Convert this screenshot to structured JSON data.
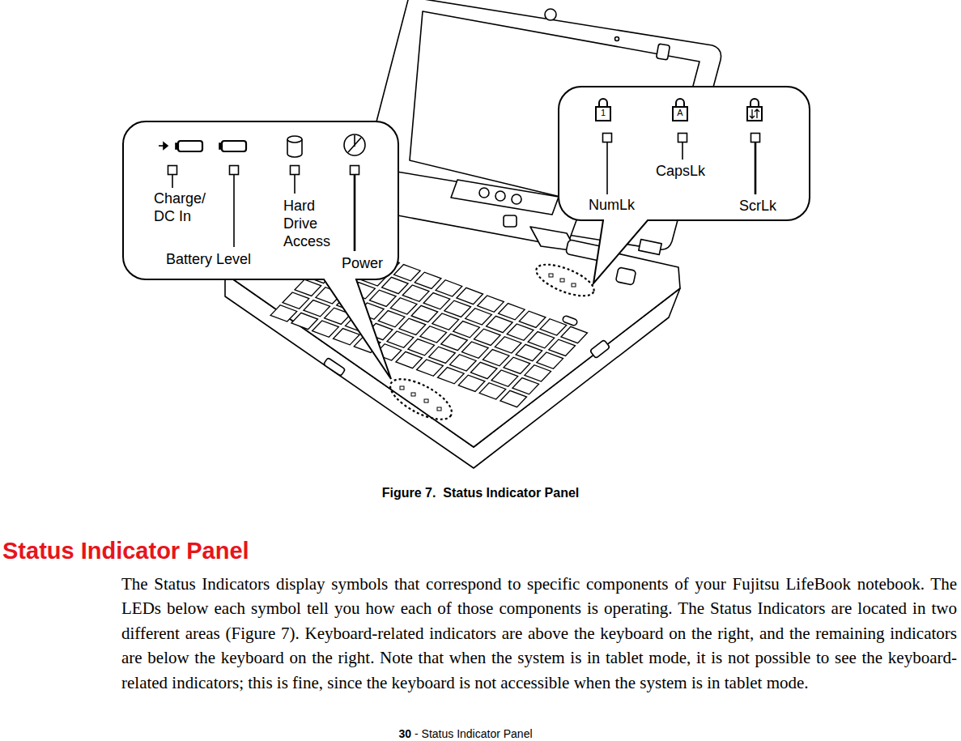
{
  "diagram": {
    "title": "Status Indicator Panel",
    "caption": "Figure 7.  Status Indicator Panel",
    "nodes": [
      {
        "text": [
          "Charge/ DC In",
          "Hard Drive Access",
          "Battery Level",
          "Power"
        ]
      },
      {
        "text": [
          "CapsLk",
          "NumLk",
          "ScrLk"
        ]
      }
    ],
    "edges": [],
    "labels": [
      "1",
      "A",
      "The Status Indicators display symbols that correspond to specific components of your Fujitsu LifeBook notebook. The LEDs below each symbol tell you how each of those components is operating. The Status Indicators are located in two different areas (Figure 7). Keyboard-related indicators are above the keyboard on the right, and the remaining indicators are below the keyboard on the right. Note that when the system is in tablet mode, it is not possible to see the keyboard-related indicators; this is fine, since the keyboard is not accessible when the system is in tablet mode.",
      "30",
      "- Status Indicator Panel"
    ]
  }
}
